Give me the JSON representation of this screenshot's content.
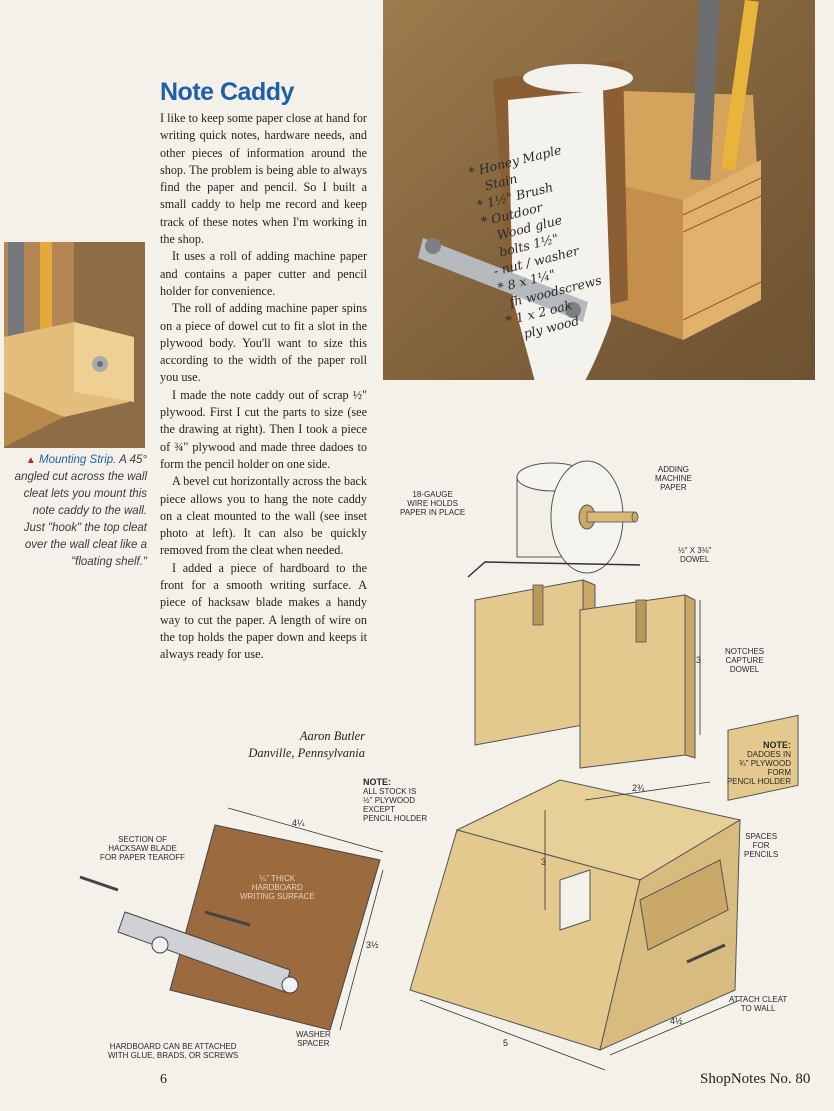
{
  "article": {
    "title": "Note Caddy",
    "paragraphs": [
      "I like to keep some paper close at hand for writing quick notes, hardware needs, and other pieces of information around the shop. The problem is being able to always find the paper and pencil. So I built a small caddy to help me record and keep track of these notes when I'm working in the shop.",
      "It uses a roll of adding machine paper and contains a paper cutter and pencil holder for convenience.",
      "The roll of adding machine paper spins on a piece of dowel cut to fit a slot in the plywood body. You'll want to size this according to the width of the paper roll you use.",
      "I made the note caddy out of scrap ½\" plywood. First I cut the parts to size (see the drawing at right). Then I took a piece of ¾\" plywood and made three dadoes to form the pencil holder on one side.",
      "A bevel cut horizontally across the back piece allows you to hang the note caddy on a cleat mounted to the wall (see inset photo at left). It can also be quickly removed from the cleat when needed.",
      "I added a piece of hardboard to the front for a smooth writing surface. A piece of hacksaw blade makes a handy way to cut the paper. A length of wire on the top holds the paper down and keeps it always ready for use."
    ],
    "author_name": "Aaron Butler",
    "author_location": "Danville, Pennsylvania"
  },
  "caption": {
    "lead": "Mounting Strip.",
    "text": "A 45° angled cut across the wall cleat lets you mount this note caddy to the wall. Just \"hook\" the top cleat over the wall cleat like a \"floating shelf.\""
  },
  "photo_note_lines": [
    "* Honey Maple",
    "Stain",
    "* 1½\" Brush",
    "* Outdoor",
    "Wood glue",
    "bolts 1½\"",
    "- nut / washer",
    "* 8 x 1¼\"",
    "fh woodscrews",
    "* 1 x 2 oak",
    "ply wood"
  ],
  "drawing": {
    "labels": {
      "adding_paper": [
        "ADDING",
        "MACHINE",
        "PAPER"
      ],
      "wire": [
        "18-GAUGE",
        "WIRE HOLDS",
        "PAPER IN PLACE"
      ],
      "dowel": [
        "½\" x 3⅛\"",
        "DOWEL"
      ],
      "notches": [
        "NOTCHES",
        "CAPTURE",
        "DOWEL"
      ],
      "dadoes": [
        "NOTE:",
        "DADOES IN",
        "¾\" PLYWOOD",
        "FORM",
        "PENCIL HOLDER"
      ],
      "stock": [
        "NOTE:",
        "ALL STOCK IS",
        "½\" PLYWOOD",
        "EXCEPT",
        "PENCIL HOLDER"
      ],
      "hacksaw": [
        "SECTION OF",
        "HACKSAW BLADE",
        "FOR PAPER TEAROFF"
      ],
      "hardboard": [
        "¼\" THICK",
        "HARDBOARD",
        "WRITING SURFACE"
      ],
      "spaces": [
        "SPACES",
        "FOR",
        "PENCILS"
      ],
      "cleat": [
        "ATTACH CLEAT",
        "TO WALL"
      ],
      "washer": [
        "WASHER",
        "SPACER"
      ],
      "attach": [
        "HARDBOARD CAN BE ATTACHED",
        "WITH GLUE, BRADS, OR SCREWS"
      ]
    },
    "dims": {
      "hb_width": "4¼",
      "hb_height": "3½",
      "side_height": "3",
      "body_height": "3",
      "depth_top": "2¾",
      "depth": "4½",
      "width": "5"
    }
  },
  "footer": {
    "page_number": "6",
    "publication": "ShopNotes No. 80"
  },
  "colors": {
    "title_blue": "#1f5fa6",
    "wood": "#e3c98e",
    "wood_dark": "#c9a868",
    "hardboard": "#9b6a3e",
    "paper": "#f2efe6"
  }
}
